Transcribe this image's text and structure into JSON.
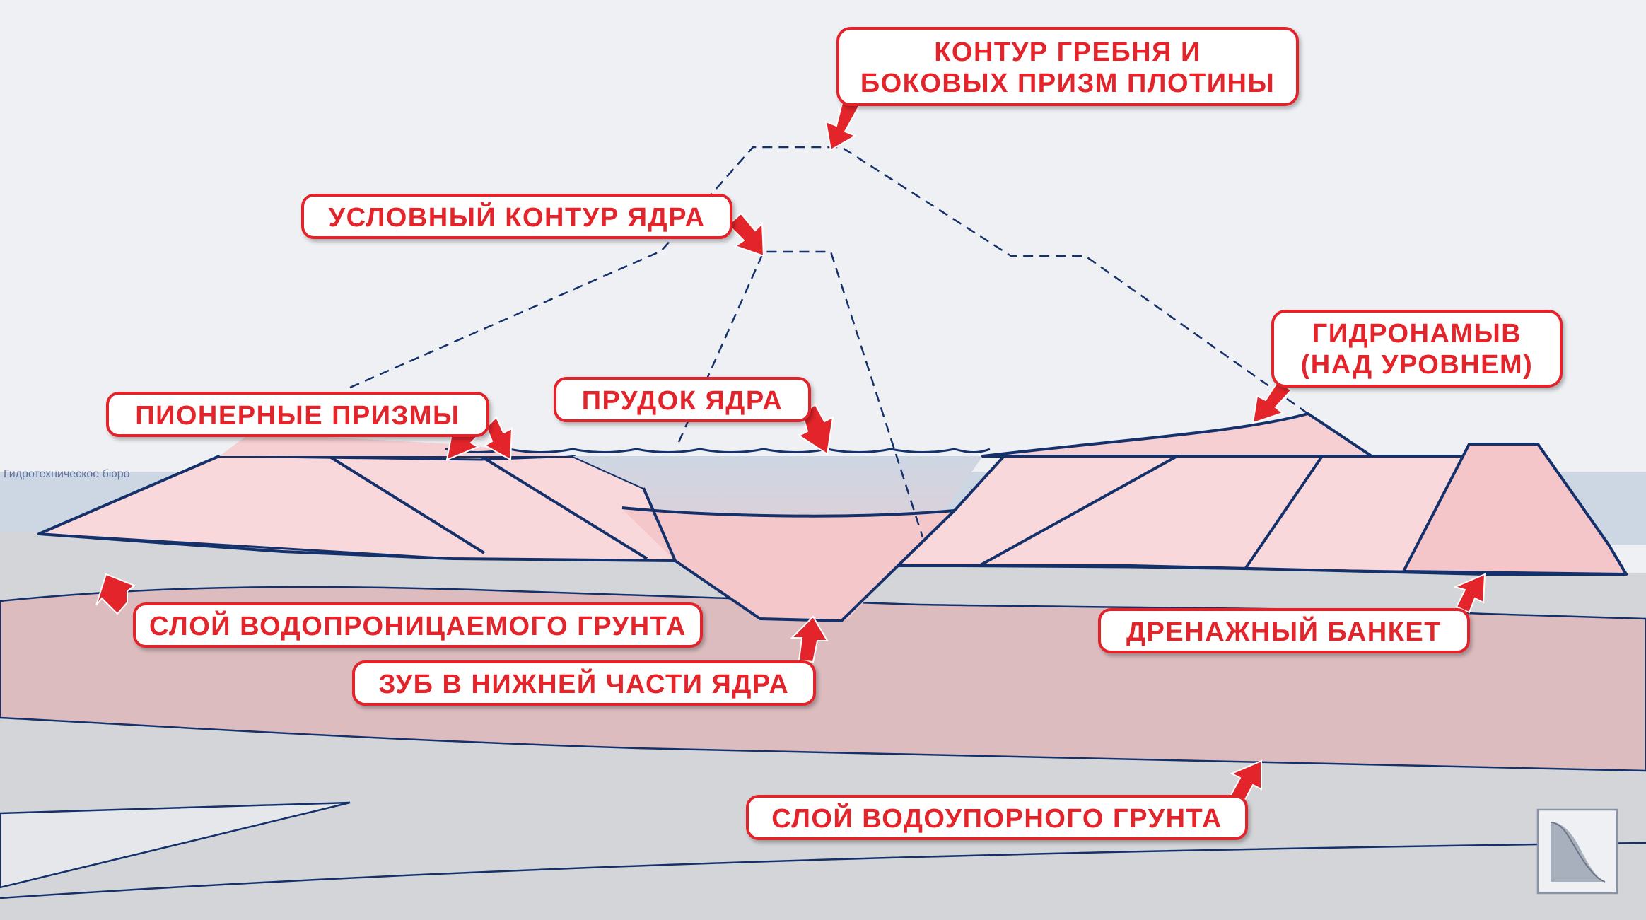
{
  "labels": {
    "crest_contour": [
      "КОНТУР ГРЕБНЯ И",
      "БОКОВЫХ ПРИЗМ ПЛОТИНЫ"
    ],
    "core_contour": "УСЛОВНЫЙ КОНТУР ЯДРА",
    "pioneer_prisms": "ПИОНЕРНЫЕ ПРИЗМЫ",
    "core_pond": "ПРУДОК ЯДРА",
    "hydro_fill": [
      "ГИДРОНАМЫВ",
      "(НАД УРОВНЕМ)"
    ],
    "permeable_layer": "СЛОЙ ВОДОПРОНИЦАЕМОГО ГРУНТА",
    "core_tooth": "ЗУБ В НИЖНЕЙ ЧАСТИ ЯДРА",
    "drain_bank": "ДРЕНАЖНЫЙ БАНКЕТ",
    "impervious_layer": "СЛОЙ ВОДОУПОРНОГО ГРУНТА"
  },
  "watermark": "Гидротехническое бюро",
  "colors": {
    "accent": "#e3242b",
    "outline": "#14316b",
    "prism_fill": "#f8d8da",
    "water": "#cdd6e3",
    "ground": "#d4d5d9",
    "permeable": "#dcbcbf"
  },
  "icons": {
    "logo": "slope-curve-logo-icon"
  }
}
